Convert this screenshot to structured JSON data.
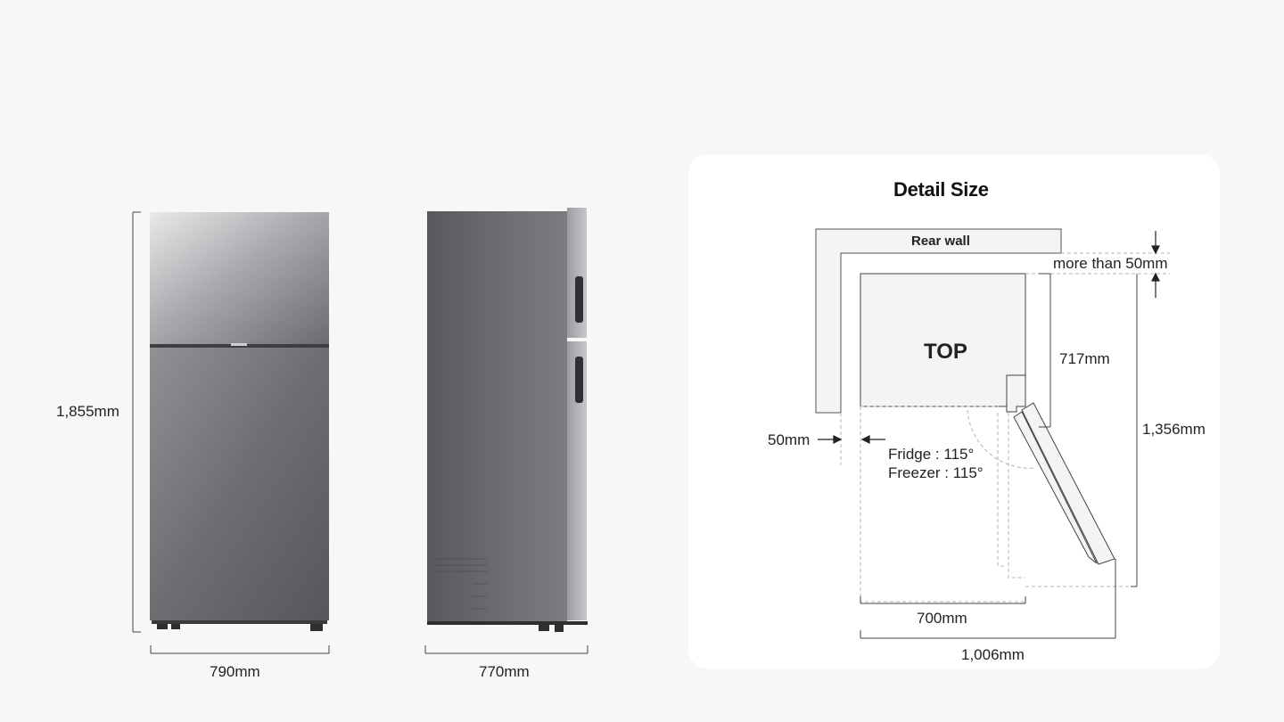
{
  "front_view": {
    "height_label": "1,855mm",
    "width_label": "790mm"
  },
  "side_view": {
    "depth_label": "770mm"
  },
  "detail": {
    "title": "Detail Size",
    "rear_wall_label": "Rear wall",
    "top_label": "TOP",
    "clearance_top_label": "more than 50mm",
    "depth_body_label": "717mm",
    "depth_open_label": "1,356mm",
    "side_clearance_label": "50mm",
    "fridge_angle_label": "Fridge : 115°",
    "freezer_angle_label": "Freezer : 115°",
    "width_body_label": "700mm",
    "width_open_label": "1,006mm"
  },
  "colors": {
    "background": "#f7f7f7",
    "panel": "#ffffff",
    "steel_dark": "#5d5f62",
    "steel_light": "#c9cacc"
  }
}
